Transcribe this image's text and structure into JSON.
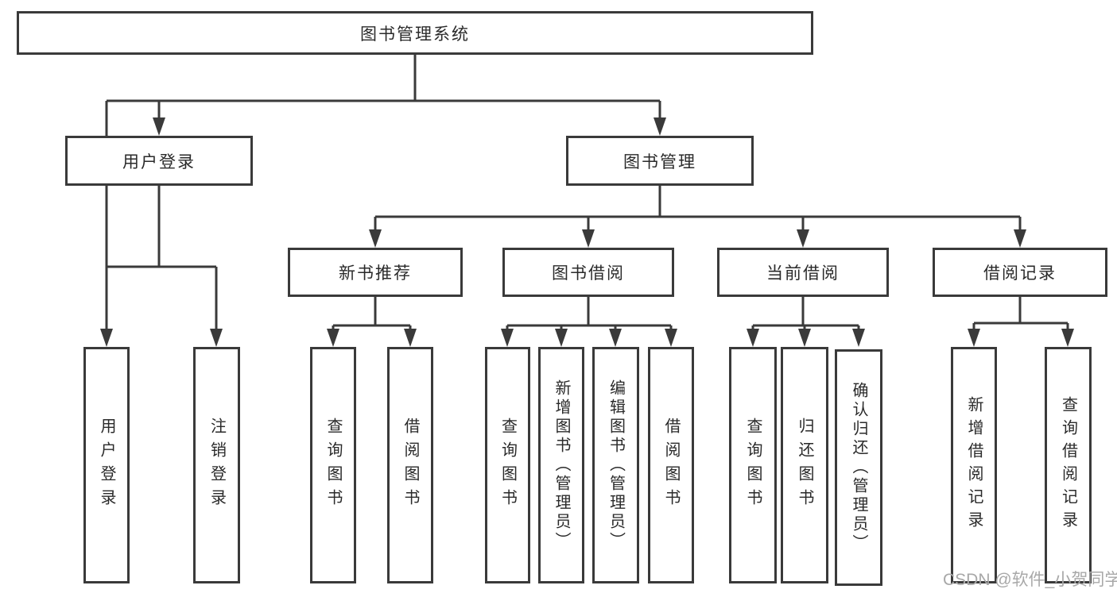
{
  "diagram_title": "图书管理系统",
  "colors": {
    "line": "#3a3a3a",
    "text": "#2a2a2a",
    "box_background": "#ffffff",
    "watermark": "#a8a8a8"
  },
  "watermark": "CSDN @软件_小贺同学",
  "nodes": {
    "root": "图书管理系统",
    "user_login": "用户登录",
    "book_mgmt": "图书管理",
    "new_book_rec": "新书推荐",
    "book_borrow": "图书借阅",
    "current_borrow": "当前借阅",
    "borrow_record": "借阅记录",
    "ul_login": "用户登录",
    "ul_logout": "注销登录",
    "nb_query": "查询图书",
    "nb_borrow": "借阅图书",
    "bb_query": "查询图书",
    "bb_add": "新增图书（管理员）",
    "bb_edit": "编辑图书（管理员）",
    "bb_borrow": "借阅图书",
    "cb_query": "查询图书",
    "cb_return": "归还图书",
    "cb_confirm": "确认归还（管理员）",
    "br_add": "新增借阅记录",
    "br_query": "查询借阅记录"
  },
  "hierarchy": [
    {
      "parent": "图书管理系统",
      "children": [
        "用户登录",
        "图书管理"
      ]
    },
    {
      "parent": "用户登录",
      "children": [
        "用户登录",
        "注销登录"
      ]
    },
    {
      "parent": "图书管理",
      "children": [
        "新书推荐",
        "图书借阅",
        "当前借阅",
        "借阅记录"
      ]
    },
    {
      "parent": "新书推荐",
      "children": [
        "查询图书",
        "借阅图书"
      ]
    },
    {
      "parent": "图书借阅",
      "children": [
        "查询图书",
        "新增图书（管理员）",
        "编辑图书（管理员）",
        "借阅图书"
      ]
    },
    {
      "parent": "当前借阅",
      "children": [
        "查询图书",
        "归还图书",
        "确认归还（管理员）"
      ]
    },
    {
      "parent": "借阅记录",
      "children": [
        "新增借阅记录",
        "查询借阅记录"
      ]
    }
  ]
}
